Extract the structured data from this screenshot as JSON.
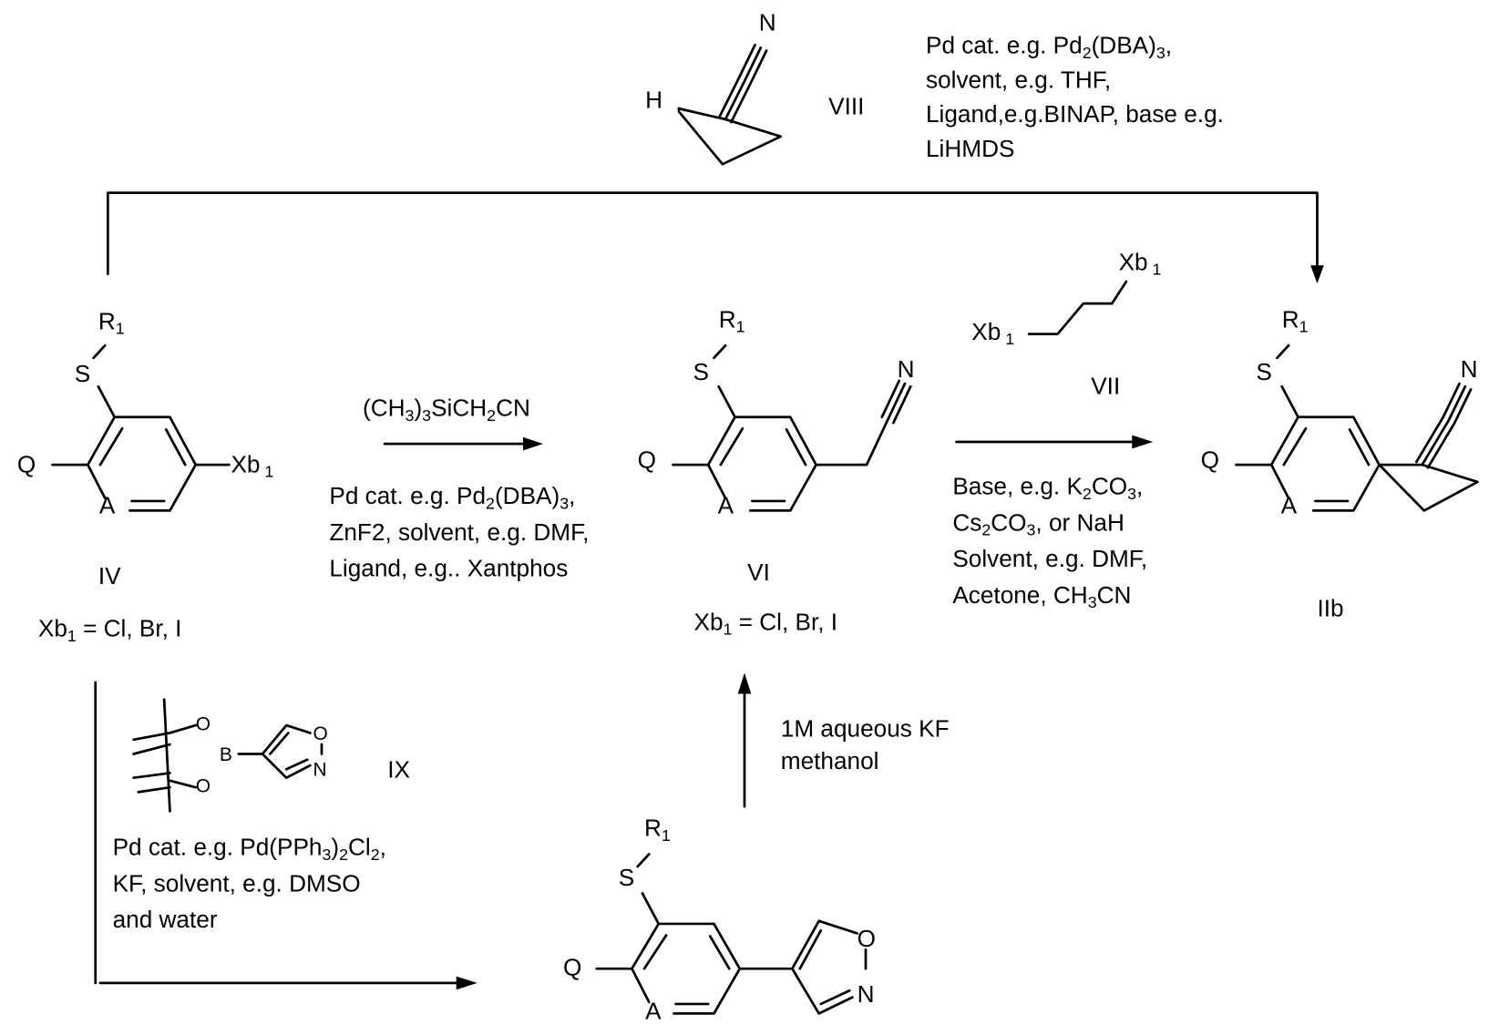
{
  "compounds": {
    "IV": {
      "label": "IV",
      "Q": "Q",
      "S": "S",
      "R": [
        "R",
        {
          "sub": "1"
        }
      ],
      "A": "A",
      "Xb": [
        "Xb",
        {
          "sub": " 1"
        }
      ],
      "note": [
        "Xb",
        {
          "sub": "1"
        },
        " = Cl, Br, I"
      ]
    },
    "VI": {
      "label": "VI",
      "Q": "Q",
      "S": "S",
      "R": [
        "R",
        {
          "sub": "1"
        }
      ],
      "A": "A",
      "N": "N",
      "note": [
        "Xb",
        {
          "sub": "1"
        },
        " = Cl, Br, I"
      ]
    },
    "IIb": {
      "label": "IIb",
      "Q": "Q",
      "S": "S",
      "R": [
        "R",
        {
          "sub": "1"
        }
      ],
      "A": "A",
      "N": "N"
    },
    "isoxazolyl": {
      "Q": "Q",
      "S": "S",
      "R": [
        "R",
        {
          "sub": "1"
        }
      ],
      "A": "A",
      "O": "O",
      "N": "N"
    },
    "VIII": {
      "label": "VIII",
      "H": "H",
      "N": "N"
    },
    "VII": {
      "label": "VII",
      "Xb_left": [
        "Xb",
        {
          "sub": " 1"
        }
      ],
      "Xb_right": [
        "Xb",
        {
          "sub": " 1"
        }
      ]
    },
    "IX": {
      "label": "IX",
      "B": "B",
      "O1": "O",
      "O2": "O",
      "O3": "O",
      "N": "N"
    }
  },
  "conditions": {
    "top": [
      [
        "Pd cat. e.g. Pd",
        {
          "sub": "2"
        },
        "(DBA)",
        {
          "sub": "3"
        },
        ","
      ],
      [
        "solvent, e.g. THF,"
      ],
      [
        "Ligand,e.g.BINAP, base e.g."
      ],
      [
        "LiHMDS"
      ]
    ],
    "step1_above": [
      [
        "(CH",
        {
          "sub": "3"
        },
        ")",
        {
          "sub": "3"
        },
        "SiCH",
        {
          "sub": "2"
        },
        "CN"
      ]
    ],
    "step1_below": [
      [
        "Pd cat. e.g. Pd",
        {
          "sub": "2"
        },
        "(DBA)",
        {
          "sub": "3"
        },
        ","
      ],
      [
        "ZnF2, solvent, e.g. DMF,"
      ],
      [
        "Ligand, e.g.. Xantphos"
      ]
    ],
    "step2_below": [
      [
        "Base, e.g. K",
        {
          "sub": "2"
        },
        "CO",
        {
          "sub": "3"
        },
        ","
      ],
      [
        "Cs",
        {
          "sub": "2"
        },
        "CO",
        {
          "sub": "3"
        },
        ", or NaH"
      ],
      [
        "Solvent, e.g. DMF,"
      ],
      [
        "Acetone, CH",
        {
          "sub": "3"
        },
        "CN"
      ]
    ],
    "suzuki": [
      [
        "Pd cat. e.g. Pd(PPh",
        {
          "sub": "3"
        },
        ")",
        {
          "sub": "2"
        },
        "Cl",
        {
          "sub": "2"
        },
        ","
      ],
      [
        "KF, solvent, e.g. DMSO"
      ],
      [
        "and water"
      ]
    ],
    "kf": [
      [
        "1M aqueous KF"
      ],
      [
        "methanol"
      ]
    ]
  }
}
